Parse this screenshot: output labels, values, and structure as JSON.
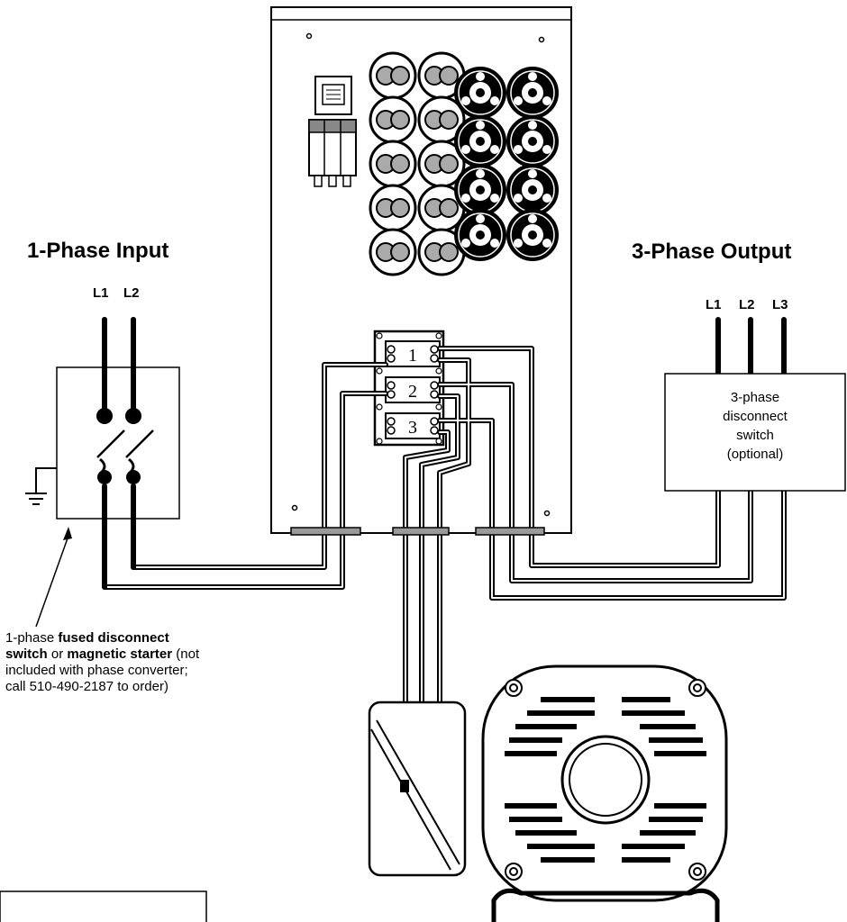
{
  "input": {
    "title": "1-Phase Input",
    "lines": [
      "L1",
      "L2"
    ]
  },
  "output": {
    "title": "3-Phase Output",
    "lines": [
      "L1",
      "L2",
      "L3"
    ],
    "switch_label": [
      "3-phase",
      "disconnect",
      "switch",
      "(optional)"
    ]
  },
  "terminal_block": {
    "labels": [
      "1",
      "2",
      "3"
    ]
  },
  "note": {
    "prefix": "1-phase ",
    "bold1": "fused disconnect switch",
    "mid": " or ",
    "bold2": "magnetic starter",
    "suffix": " (not included with phase converter; call 510-490-2187 to order)"
  }
}
